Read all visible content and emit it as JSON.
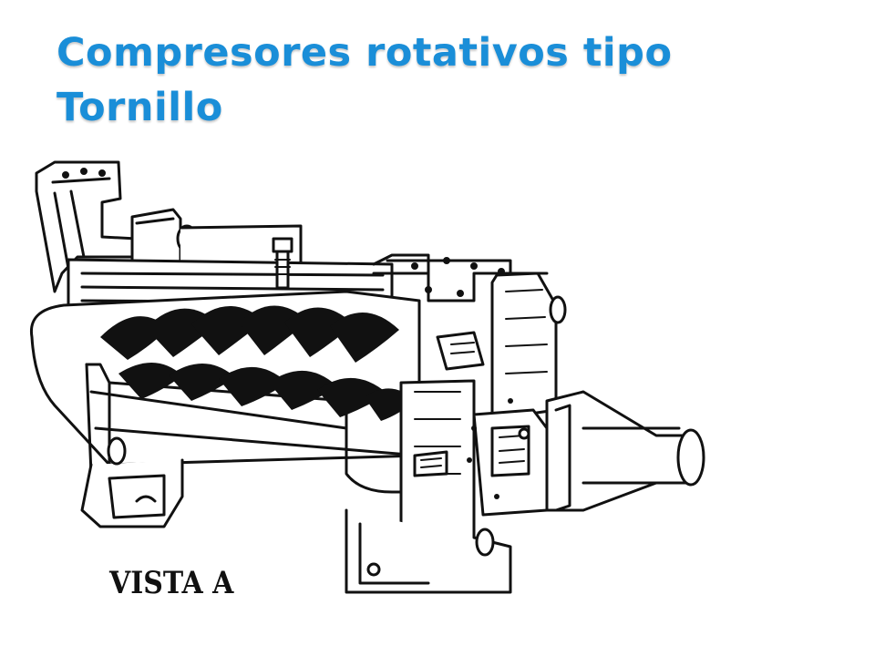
{
  "slide": {
    "title_line1": "Compresores rotativos tipo",
    "title_line2": "Tornillo",
    "title_color": "#1a8ed8"
  },
  "figure": {
    "caption": "VISTA A",
    "icon": "screw-compressor-cutaway-drawing"
  }
}
